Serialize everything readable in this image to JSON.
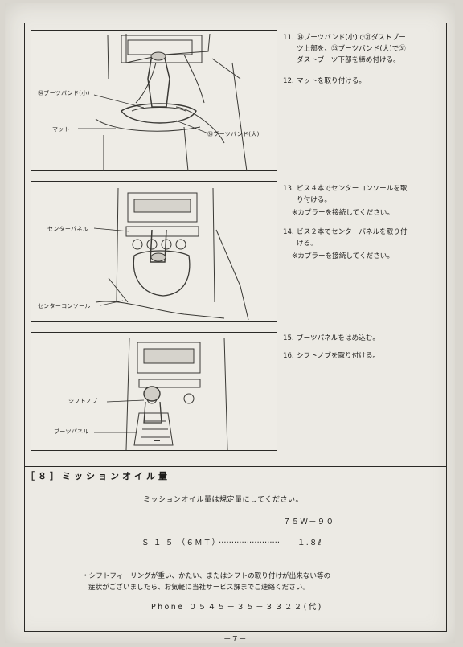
{
  "callouts": {
    "boots_band_small": "㉞ブーツバンド(小)",
    "mat": "マット",
    "boots_band_large": "㉝ブーツバンド(大)",
    "center_panel": "センターパネル",
    "center_console": "センターコンソール",
    "shift_knob": "シフトノブ",
    "boots_panel": "ブーツパネル"
  },
  "steps": [
    {
      "num": "11.",
      "lines": [
        "㉞ブーツバンド(小)で㉛ダストブー",
        "ツ上部を、㉝ブーツバンド(大)で㉛",
        "ダストブーツ下部を締め付ける。"
      ]
    },
    {
      "num": "12.",
      "lines": [
        "マットを取り付ける。"
      ]
    },
    {
      "num": "13.",
      "lines": [
        "ビス４本でセンターコンソールを取",
        "り付ける。"
      ],
      "note": "※カプラーを接続してください。"
    },
    {
      "num": "14.",
      "lines": [
        "ビス２本でセンターパネルを取り付",
        "ける。"
      ],
      "note": "※カプラーを接続してください。"
    },
    {
      "num": "15.",
      "lines": [
        "ブーツパネルをはめ込む。"
      ]
    },
    {
      "num": "16.",
      "lines": [
        "シフトノブを取り付ける。"
      ]
    }
  ],
  "section": {
    "title": "［８］ミッションオイル量",
    "instruction": "ミッションオイル量は規定量にしてください。",
    "oil_grade": "７５Ｗ－９０",
    "model": "Ｓ １ ５ （６ＭＴ）",
    "dots": "……………………",
    "capacity": "１.８ℓ",
    "caution_lines": [
      "・シフトフィーリングが重い、かたい、またはシフトの取り付けが出来ない等の",
      "症状がございましたら、お気軽に当社サービス課までご連絡ください。"
    ],
    "phone": "Phone ０５４５－３５－３３２２(代)"
  },
  "page_number": "－７－"
}
